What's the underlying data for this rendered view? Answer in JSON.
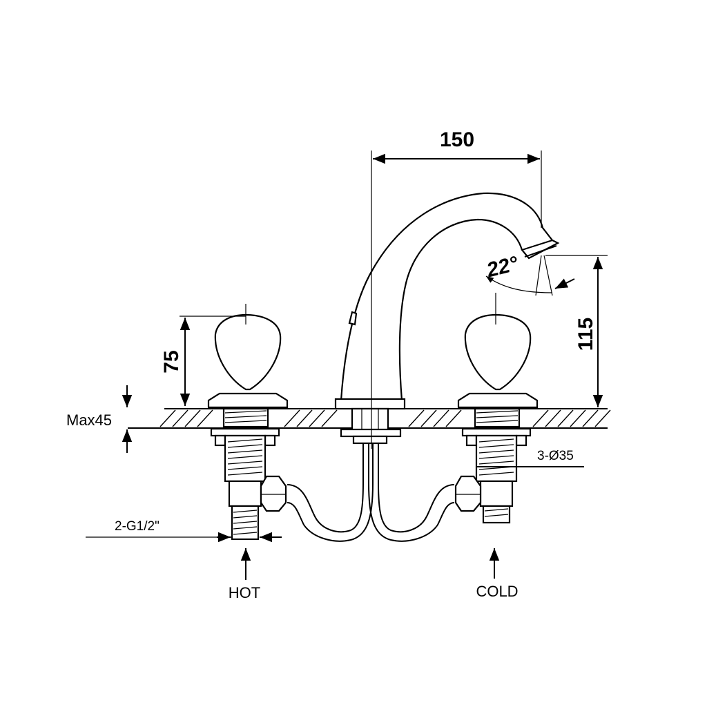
{
  "dimensions": {
    "spout_reach": "150",
    "spout_height": "115",
    "handle_height": "75",
    "spout_angle": "22°",
    "max_deck_thickness": "Max45",
    "hole_diameter": "3-Ø35",
    "inlet_thread": "2-G1/2\""
  },
  "inlets": {
    "hot": "HOT",
    "cold": "COLD"
  },
  "colors": {
    "line": "#000000",
    "background": "#ffffff"
  }
}
